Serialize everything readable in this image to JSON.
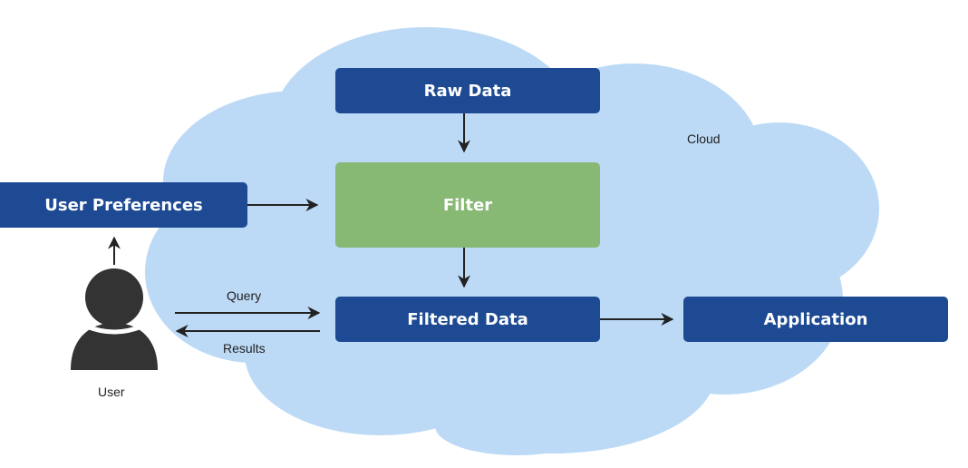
{
  "diagram": {
    "cloud_label": "Cloud",
    "nodes": {
      "raw_data": "Raw Data",
      "filter": "Filter",
      "user_preferences": "User Preferences",
      "filtered_data": "Filtered Data",
      "application": "Application"
    },
    "actor": {
      "label": "User"
    },
    "edges": {
      "query": "Query",
      "results": "Results"
    }
  },
  "colors": {
    "cloud": "#bcdaf6",
    "node_blue": "#1d4a93",
    "node_green": "#87b874",
    "arrow": "#222222",
    "actor": "#333333"
  }
}
